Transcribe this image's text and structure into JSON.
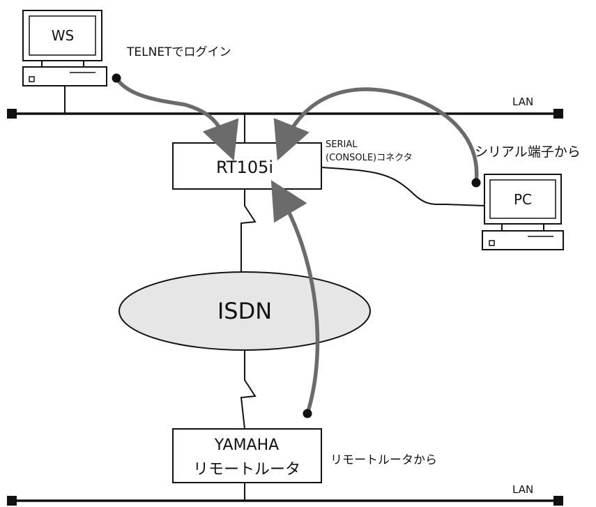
{
  "nodes": {
    "ws": "WS",
    "pc": "PC",
    "router": "RT105i",
    "isdn": "ISDN",
    "remote_line1": "YAMAHA",
    "remote_line2": "リモートルータ"
  },
  "labels": {
    "telnet": "TELNETでログイン",
    "serial_line1": "SERIAL",
    "serial_line2": "(CONSOLE)コネクタ",
    "serial_terminal": "シリアル端子から",
    "remote_from": "リモートルータから",
    "lan_top": "LAN",
    "lan_bottom": "LAN"
  },
  "colors": {
    "line": "#111111",
    "arrow": "#6b6b6b",
    "isdn_fill": "#e6e6e6",
    "dot": "#111111"
  }
}
